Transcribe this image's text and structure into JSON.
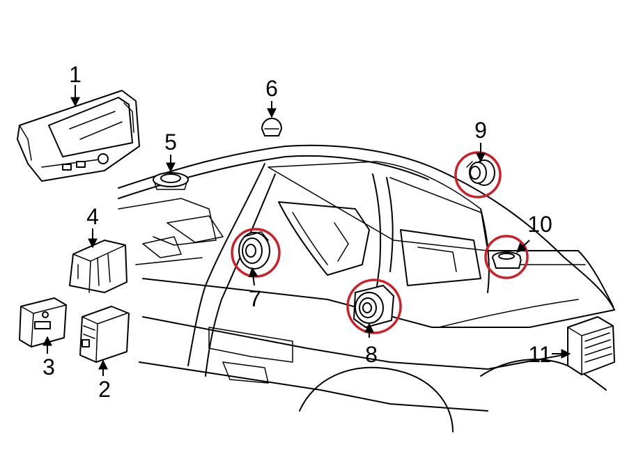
{
  "callouts": [
    {
      "id": "1",
      "label": "1"
    },
    {
      "id": "2",
      "label": "2"
    },
    {
      "id": "3",
      "label": "3"
    },
    {
      "id": "4",
      "label": "4"
    },
    {
      "id": "5",
      "label": "5"
    },
    {
      "id": "6",
      "label": "6"
    },
    {
      "id": "7",
      "label": "7"
    },
    {
      "id": "8",
      "label": "8"
    },
    {
      "id": "9",
      "label": "9"
    },
    {
      "id": "10",
      "label": "10"
    },
    {
      "id": "11",
      "label": "11"
    }
  ],
  "highlighted_parts": [
    "7",
    "8",
    "9",
    "10"
  ],
  "colors": {
    "highlight": "#cc1f2a",
    "line": "#000000",
    "background": "#ffffff"
  }
}
